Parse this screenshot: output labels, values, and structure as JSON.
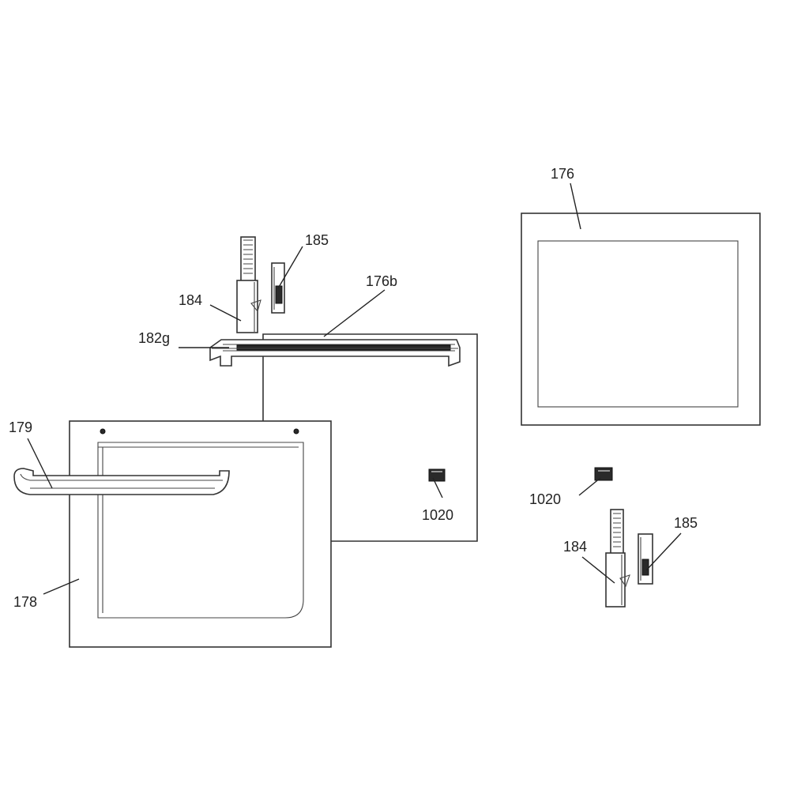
{
  "diagram": {
    "labels": {
      "l176": "176",
      "l185_top": "185",
      "l176b": "176b",
      "l184_top": "184",
      "l182g": "182g",
      "l179": "179",
      "l1020_mid": "1020",
      "l1020_right": "1020",
      "l185_bottom": "185",
      "l184_bottom": "184",
      "l178": "178"
    }
  }
}
